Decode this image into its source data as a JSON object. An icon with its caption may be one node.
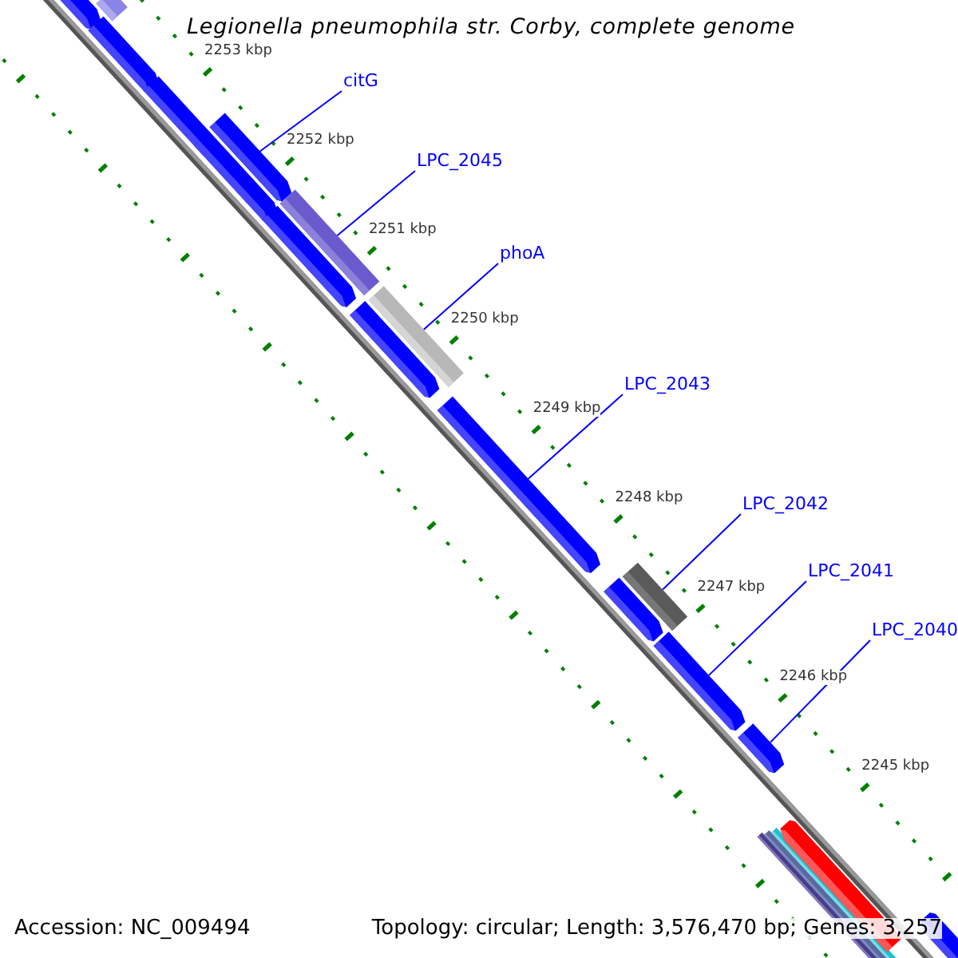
{
  "diagram": {
    "title": "Legionella pneumophila str. Corby, complete genome",
    "nodes": [
      {
        "text": [
          "citG"
        ]
      },
      {
        "text": [
          "LPC_2045"
        ]
      },
      {
        "text": [
          "phoA"
        ]
      },
      {
        "text": [
          "LPC_2043"
        ]
      },
      {
        "text": [
          "LPC_2042"
        ]
      },
      {
        "text": [
          "LPC_2041"
        ]
      },
      {
        "text": [
          "LPC_2040"
        ]
      },
      {
        "text": [],
        "shape": "bar"
      },
      {
        "text": [],
        "shape": "arrow"
      },
      {
        "text": [],
        "shape": "arrow"
      },
      {
        "text": [],
        "shape": "arrow"
      },
      {
        "text": [],
        "shape": "arrow"
      },
      {
        "text": [],
        "shape": "arrow"
      },
      {
        "text": [],
        "shape": "arrow"
      },
      {
        "text": [],
        "shape": "bar"
      },
      {
        "text": [],
        "shape": "arrow"
      },
      {
        "text": [],
        "shape": "bar"
      },
      {
        "text": [],
        "shape": "arrow"
      },
      {
        "text": [],
        "shape": "arrow"
      },
      {
        "text": [],
        "shape": "bar"
      },
      {
        "text": [],
        "shape": "arrow"
      },
      {
        "text": [],
        "shape": "arrow"
      },
      {
        "text": [],
        "shape": "bar"
      },
      {
        "text": [],
        "shape": "arrow"
      },
      {
        "text": [],
        "shape": "arrow"
      }
    ],
    "edges": [
      {
        "from": 0,
        "to": 11,
        "arrow": "none"
      },
      {
        "from": 1,
        "to": 14,
        "arrow": "none"
      },
      {
        "from": 2,
        "to": 16,
        "arrow": "none"
      },
      {
        "from": 3,
        "to": 17,
        "arrow": "none"
      },
      {
        "from": 4,
        "to": 19,
        "arrow": "none"
      },
      {
        "from": 5,
        "to": 20,
        "arrow": "none"
      },
      {
        "from": 6,
        "to": 21,
        "arrow": "none"
      }
    ],
    "labels": [
      "2253 kbp",
      "2252 kbp",
      "2251 kbp",
      "2250 kbp",
      "2249 kbp",
      "2248 kbp",
      "2247 kbp",
      "2246 kbp",
      "2245 kbp",
      "Accession: NC_009494",
      "Topology: circular; Length: 3,576,470 bp; Genes: 3,257"
    ]
  }
}
